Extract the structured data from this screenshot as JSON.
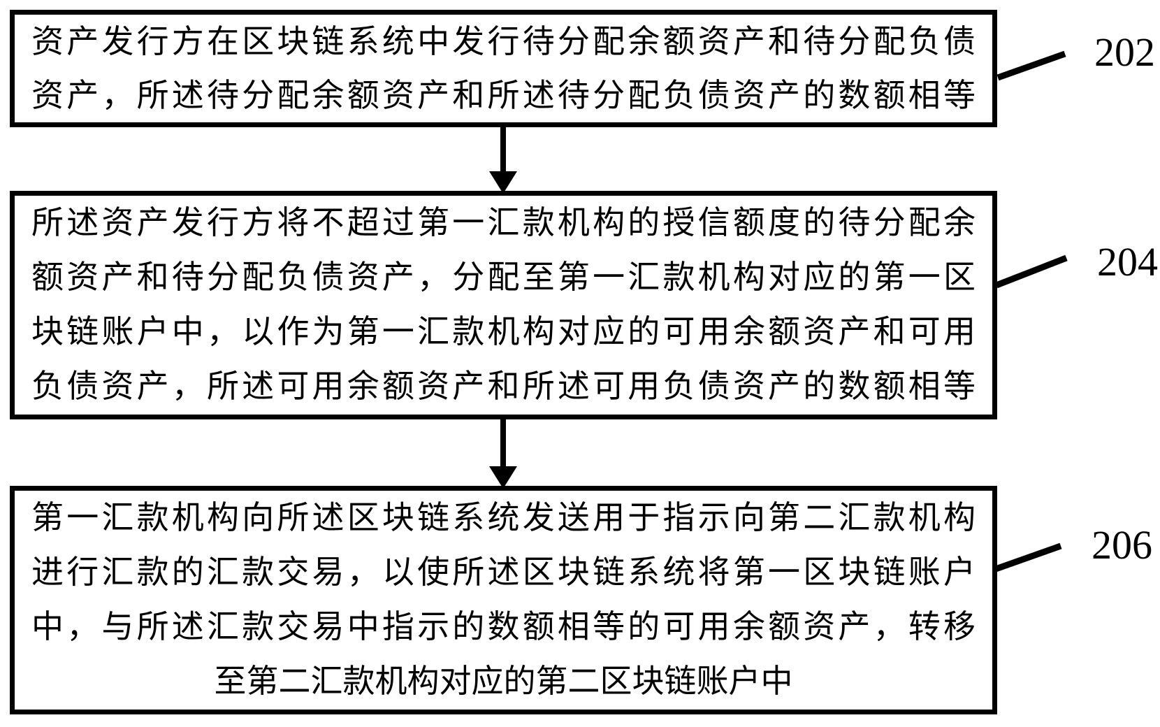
{
  "figure": {
    "background_color": "#ffffff",
    "stroke_color": "#000000",
    "type": "flowchart",
    "steps": [
      {
        "ref": "202",
        "lines": [
          "资产发行方在区块链系统中发行待分配余额资产和待分配负债",
          "资产，所述待分配余额资产和所述待分配负债资产的数额相等"
        ]
      },
      {
        "ref": "204",
        "lines": [
          "所述资产发行方将不超过第一汇款机构的授信额度的待分配余",
          "额资产和待分配负债资产，分配至第一汇款机构对应的第一区",
          "块链账户中，以作为第一汇款机构对应的可用余额资产和可用",
          "负债资产，所述可用余额资产和所述可用负债资产的数额相等"
        ]
      },
      {
        "ref": "206",
        "lines": [
          "第一汇款机构向所述区块链系统发送用于指示向第二汇款机构",
          "进行汇款的汇款交易，以使所述区块链系统将第一区块链账户",
          "中，与所述汇款交易中指示的数额相等的可用余额资产，转移",
          "至第二汇款机构对应的第二区块链账户中"
        ]
      }
    ]
  }
}
